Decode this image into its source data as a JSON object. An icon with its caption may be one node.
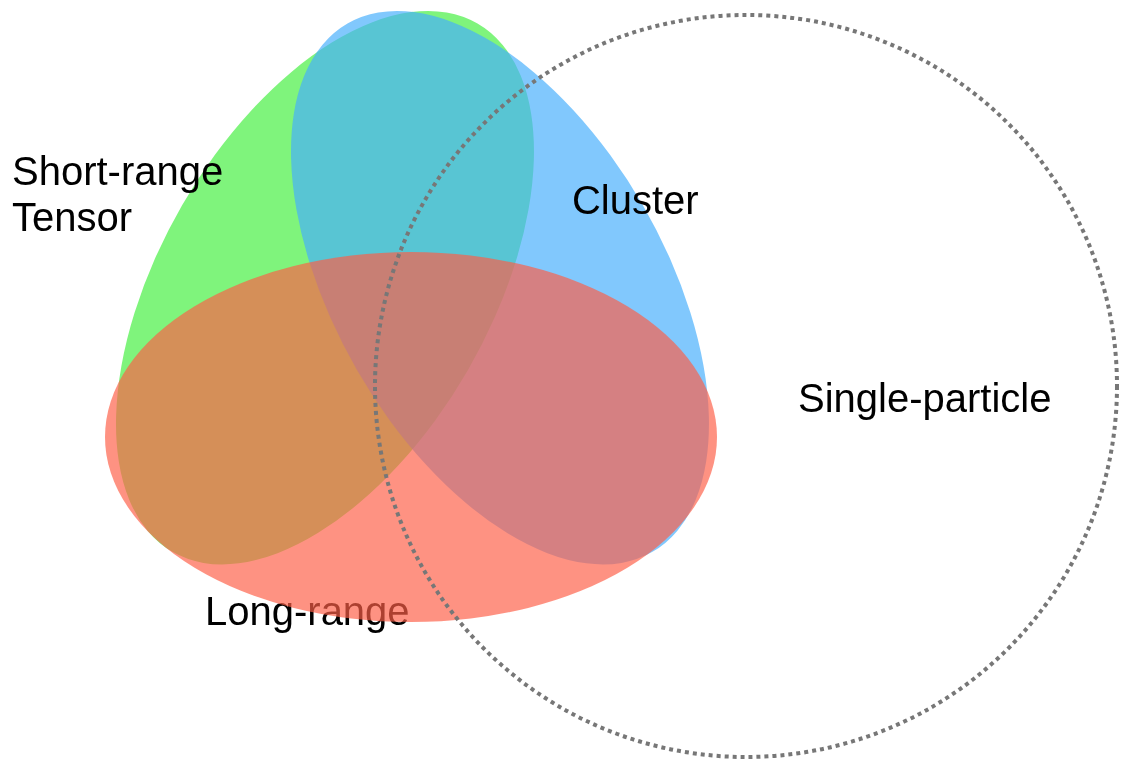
{
  "diagram": {
    "nodes": [
      {
        "text": [
          "Short-range Tensor"
        ]
      },
      {
        "text": [
          "Cluster"
        ]
      },
      {
        "text": [
          "Single-particle"
        ]
      },
      {
        "text": [
          "Long-range"
        ]
      }
    ]
  }
}
